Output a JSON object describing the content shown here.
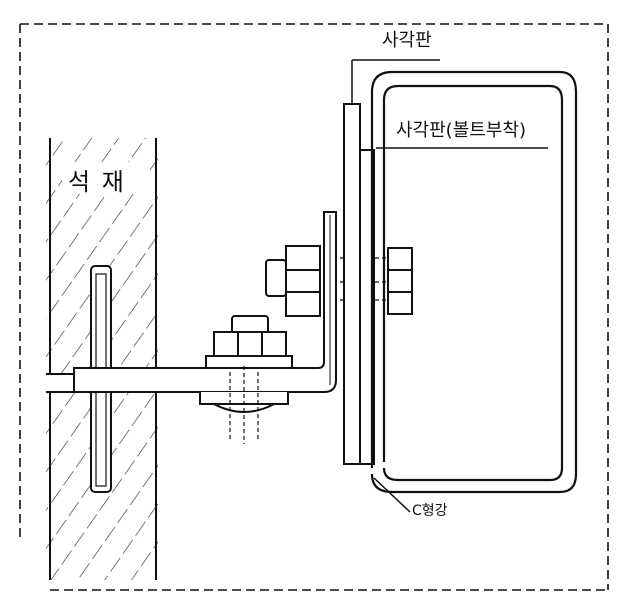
{
  "labels": {
    "stone": "석 재",
    "plate": "사각판",
    "plate_bolted": "사각판(볼트부착)",
    "channel": "C형강"
  },
  "colors": {
    "line": "#111111",
    "hatch": "#333333",
    "background": "#ffffff"
  }
}
